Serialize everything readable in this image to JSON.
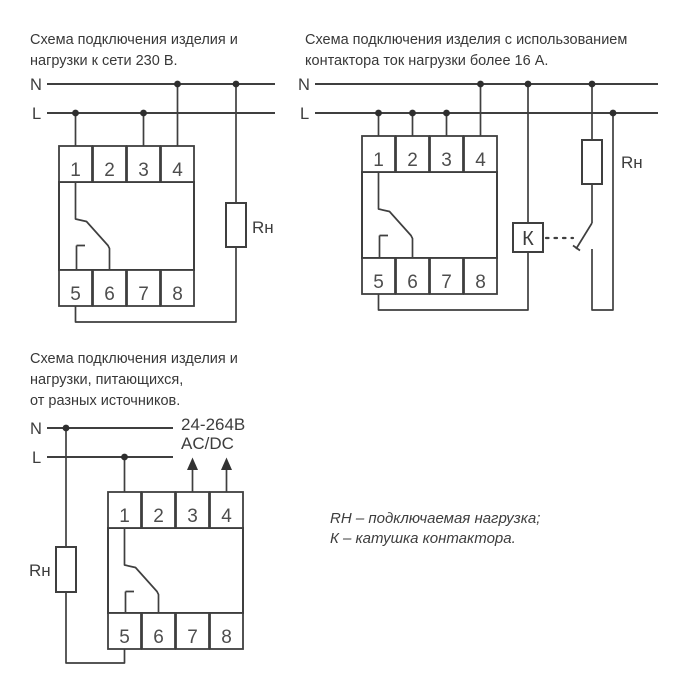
{
  "colors": {
    "background": "#ffffff",
    "line": "#3f3f3f",
    "text": "#383838",
    "junction_dot": "#2e2e2e"
  },
  "bus_labels": {
    "neutral": "N",
    "line": "L"
  },
  "terminal_numbers": [
    "1",
    "2",
    "3",
    "4",
    "5",
    "6",
    "7",
    "8"
  ],
  "component_labels": {
    "load": "Rн",
    "contactor_coil": "К",
    "supply_voltage": "24-264В",
    "supply_type": "AC/DC"
  },
  "diagrams": {
    "d1": {
      "title": "Схема подключения изделия и\nнагрузки к сети 230 В."
    },
    "d2": {
      "title": "Схема подключения изделия с использованием\nконтактора ток нагрузки более 16 А."
    },
    "d3": {
      "title": "Схема подключения изделия и\nнагрузки, питающихся,\nот разных источников."
    }
  },
  "legend": {
    "load_line": "RH – подключаемая нагрузка;",
    "coil_line": "К – катушка контактора."
  }
}
